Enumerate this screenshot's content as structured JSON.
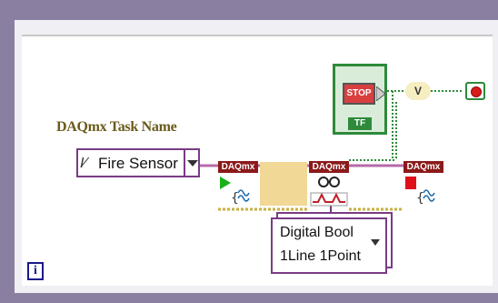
{
  "control": {
    "label": "DAQmx Task Name",
    "io_glyph": "I/O",
    "value": "Fire Sensor"
  },
  "daq_nodes": [
    {
      "header": "DAQmx"
    },
    {
      "header": "DAQmx"
    },
    {
      "header": "DAQmx"
    }
  ],
  "stop_button": {
    "label": "STOP",
    "terminal": "TF"
  },
  "or_function": {
    "label": "V"
  },
  "ring": {
    "line1": "Digital Bool",
    "line2": "1Line 1Point"
  },
  "info": {
    "label": "i"
  },
  "colors": {
    "frame": "#8a80a2",
    "wire_task": "#7a3b86",
    "wire_bool": "#2e8a3a",
    "daqmx_header": "#8b1a1a"
  },
  "icons": {
    "start": "play-triangle-icon",
    "stop_task": "red-square-icon",
    "read": "glasses-icon",
    "waveform": "waveform-icon"
  }
}
